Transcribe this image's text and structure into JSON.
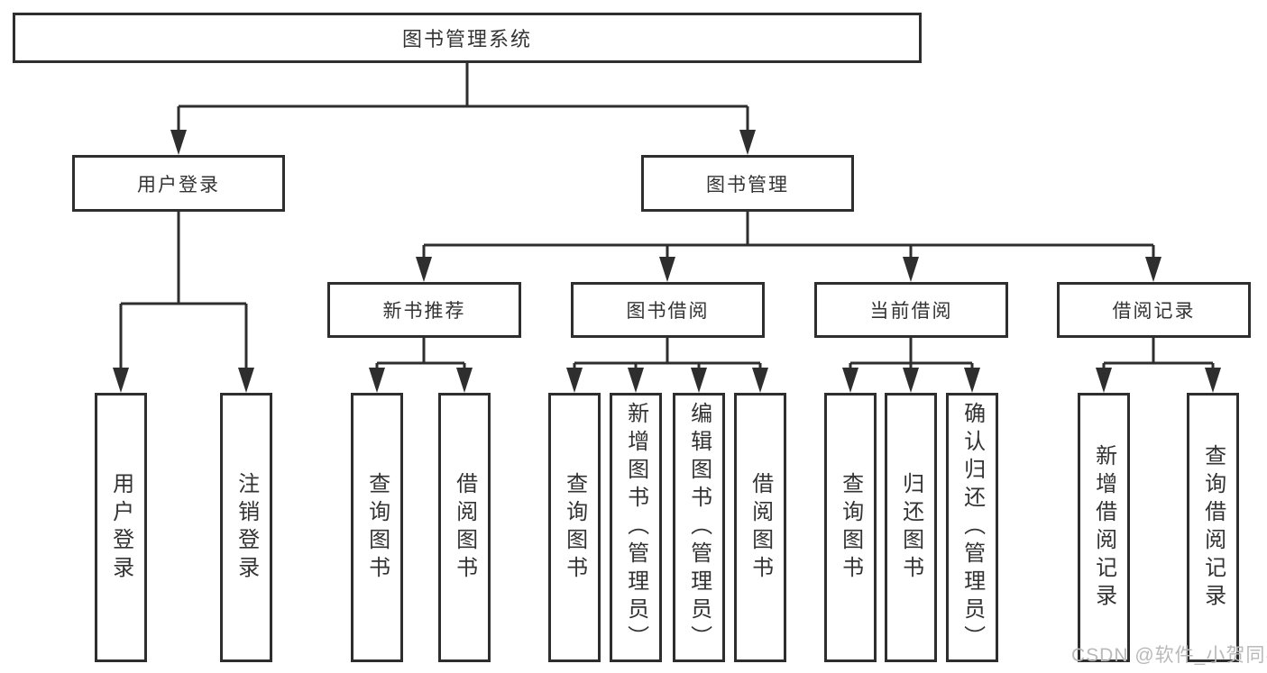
{
  "root": {
    "label": "图书管理系统"
  },
  "level2": [
    {
      "label": "用户登录",
      "children": [
        {
          "label": "用户登录"
        },
        {
          "label": "注销登录"
        }
      ]
    },
    {
      "label": "图书管理",
      "children": [
        {
          "label": "新书推荐",
          "children": [
            {
              "label": "查询图书"
            },
            {
              "label": "借阅图书"
            }
          ]
        },
        {
          "label": "图书借阅",
          "children": [
            {
              "label": "查询图书"
            },
            {
              "label": "新增图书（管理员）"
            },
            {
              "label": "编辑图书（管理员）"
            },
            {
              "label": "借阅图书"
            }
          ]
        },
        {
          "label": "当前借阅",
          "children": [
            {
              "label": "查询图书"
            },
            {
              "label": "归还图书"
            },
            {
              "label": "确认归还（管理员）"
            }
          ]
        },
        {
          "label": "借阅记录",
          "children": [
            {
              "label": "新增借阅记录"
            },
            {
              "label": "查询借阅记录"
            }
          ]
        }
      ]
    }
  ],
  "watermark": {
    "text": "CSDN @软件_小贺同学"
  },
  "colors": {
    "line": "#2e2e2e",
    "box_border": "#2e2e2e",
    "box_fill": "#ffffff",
    "text": "#333333",
    "watermark": "#b9b9b9"
  }
}
